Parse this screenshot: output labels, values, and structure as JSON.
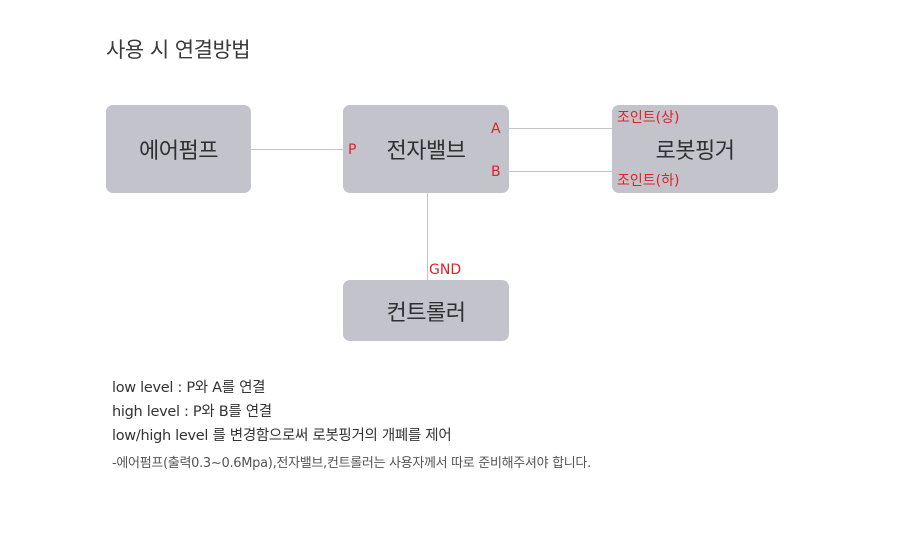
{
  "title": "사용 시 연결방법",
  "boxes": {
    "air_pump": "에어펌프",
    "solenoid_valve": "전자밸브",
    "robot_finger": "로봇핑거",
    "controller": "컨트롤러"
  },
  "ports": {
    "p": "P",
    "a": "A",
    "b": "B",
    "gnd": "GND",
    "joint_up": "조인트(상)",
    "joint_down": "조인트(하)"
  },
  "notes": [
    "low level : P와 A를 연결",
    "high level : P와 B를 연결",
    "low/high level 를 변경함으로써 로봇핑거의 개폐를 제어"
  ],
  "footnote": "-에어펌프(출력0.3~0.6Mpa),전자밸브,컨트롤러는 사용자께서 따로 준비해주셔야 합니다.",
  "colors": {
    "box_fill": "#c3c4cb",
    "port_label": "#e0202a",
    "connector_line": "#c3c4cb"
  }
}
